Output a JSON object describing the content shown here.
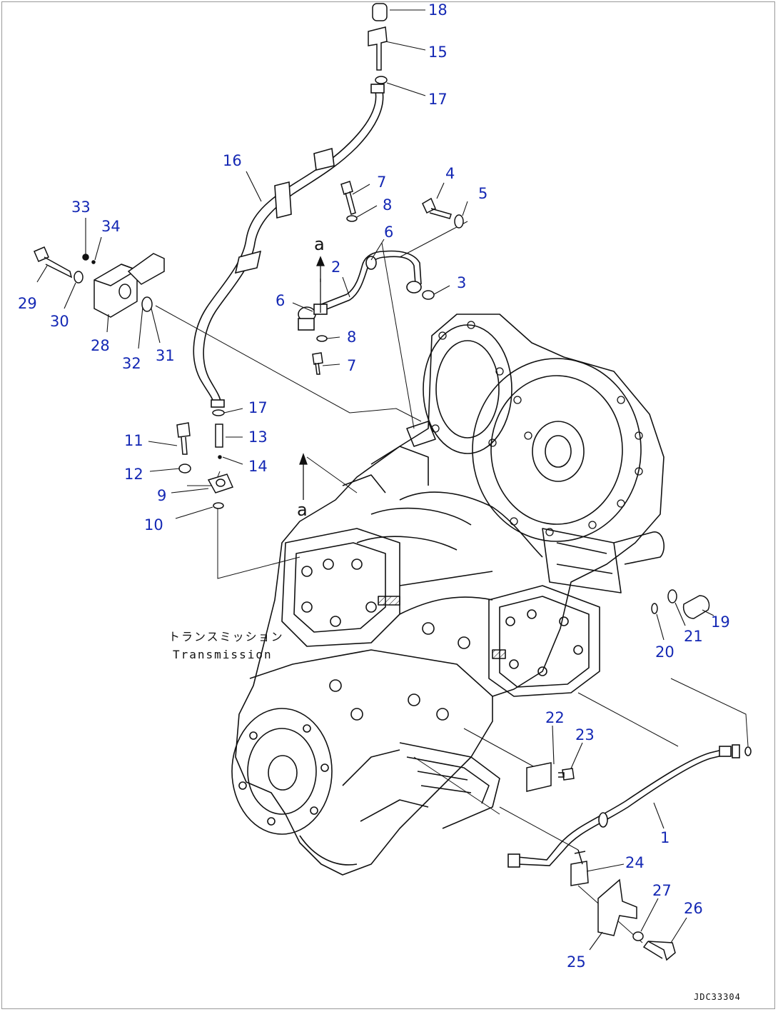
{
  "colors": {
    "callout": "#1428b4",
    "linework": "#111111",
    "frame": "#9a9a9a"
  },
  "figure": {
    "annotation_jp": "トランスミッション",
    "annotation_en": "Transmission",
    "section_marks": [
      "a",
      "a"
    ],
    "drawing_code": "JDC33304"
  },
  "callouts": [
    {
      "id": "c18",
      "label": "18"
    },
    {
      "id": "c15",
      "label": "15"
    },
    {
      "id": "c17a",
      "label": "17"
    },
    {
      "id": "c16",
      "label": "16"
    },
    {
      "id": "c7a",
      "label": "7"
    },
    {
      "id": "c4",
      "label": "4"
    },
    {
      "id": "c8a",
      "label": "8"
    },
    {
      "id": "c5",
      "label": "5"
    },
    {
      "id": "c6a",
      "label": "6"
    },
    {
      "id": "c2",
      "label": "2"
    },
    {
      "id": "c3",
      "label": "3"
    },
    {
      "id": "c6b",
      "label": "6"
    },
    {
      "id": "c8b",
      "label": "8"
    },
    {
      "id": "c7b",
      "label": "7"
    },
    {
      "id": "c33",
      "label": "33"
    },
    {
      "id": "c34",
      "label": "34"
    },
    {
      "id": "c29",
      "label": "29"
    },
    {
      "id": "c30",
      "label": "30"
    },
    {
      "id": "c28",
      "label": "28"
    },
    {
      "id": "c32",
      "label": "32"
    },
    {
      "id": "c31",
      "label": "31"
    },
    {
      "id": "c17b",
      "label": "17"
    },
    {
      "id": "c11",
      "label": "11"
    },
    {
      "id": "c13",
      "label": "13"
    },
    {
      "id": "c14",
      "label": "14"
    },
    {
      "id": "c12",
      "label": "12"
    },
    {
      "id": "c9",
      "label": "9"
    },
    {
      "id": "c10",
      "label": "10"
    },
    {
      "id": "c19",
      "label": "19"
    },
    {
      "id": "c21",
      "label": "21"
    },
    {
      "id": "c20",
      "label": "20"
    },
    {
      "id": "c22",
      "label": "22"
    },
    {
      "id": "c23",
      "label": "23"
    },
    {
      "id": "c1",
      "label": "1"
    },
    {
      "id": "c24",
      "label": "24"
    },
    {
      "id": "c27",
      "label": "27"
    },
    {
      "id": "c26",
      "label": "26"
    },
    {
      "id": "c25",
      "label": "25"
    }
  ]
}
